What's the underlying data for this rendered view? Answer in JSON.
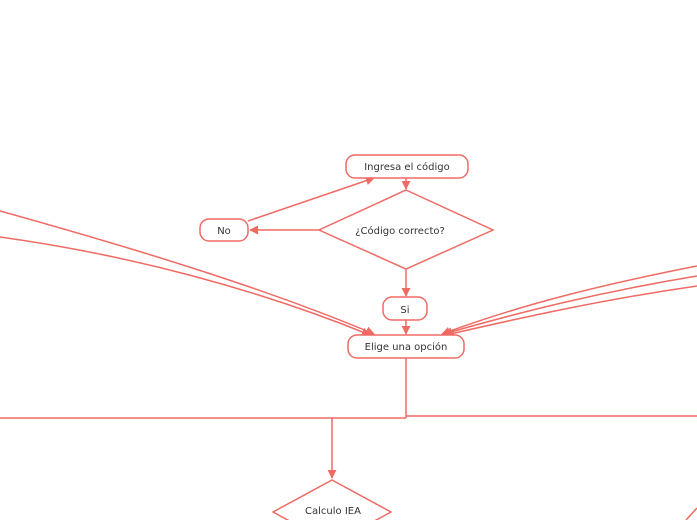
{
  "colors": {
    "accent": "#f06a64",
    "text": "#333333",
    "background": "#ffffff"
  },
  "nodes": {
    "ingresa": {
      "label": "Ingresa el código",
      "shape": "rounded-rect"
    },
    "codigo_correcto": {
      "label": "¿Código correcto?",
      "shape": "diamond"
    },
    "no": {
      "label": "No",
      "shape": "rounded-rect"
    },
    "si": {
      "label": "Si",
      "shape": "rounded-rect"
    },
    "elige": {
      "label": "Elige una opción",
      "shape": "rounded-rect"
    },
    "calculo_iea": {
      "label": "Calculo IEA",
      "shape": "diamond"
    }
  },
  "edges": [
    {
      "from": "ingresa",
      "to": "codigo_correcto"
    },
    {
      "from": "codigo_correcto",
      "to": "no"
    },
    {
      "from": "no",
      "to": "ingresa"
    },
    {
      "from": "codigo_correcto",
      "to": "si"
    },
    {
      "from": "si",
      "to": "elige"
    },
    {
      "from": "elige",
      "to": "calculo_iea"
    }
  ]
}
